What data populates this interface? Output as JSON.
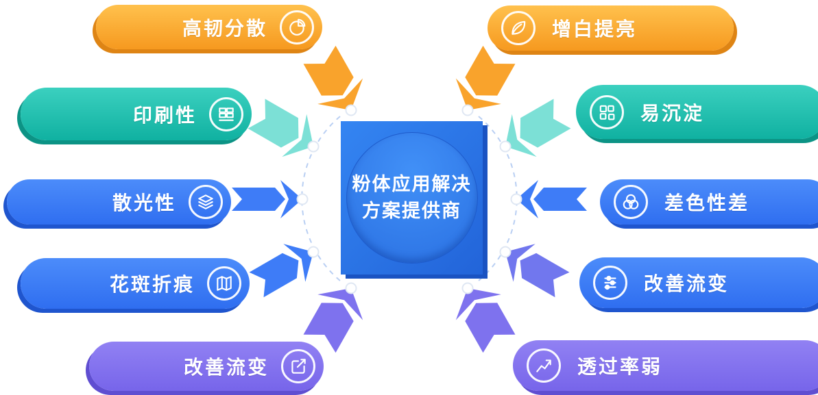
{
  "center": {
    "line1": "粉体应用解决",
    "line2": "方案提供商"
  },
  "left_items": [
    {
      "label": "高韧分散",
      "icon": "pie-chart-icon",
      "theme": "orange"
    },
    {
      "label": "印刷性",
      "icon": "print-blocks-icon",
      "theme": "teal"
    },
    {
      "label": "散光性",
      "icon": "layers-icon",
      "theme": "blue"
    },
    {
      "label": "花斑折痕",
      "icon": "folded-map-icon",
      "theme": "blue"
    },
    {
      "label": "改善流变",
      "icon": "pencil-arrow-icon",
      "theme": "purple"
    }
  ],
  "right_items": [
    {
      "label": "增白提亮",
      "icon": "leaf-icon",
      "theme": "orange"
    },
    {
      "label": "易沉淀",
      "icon": "puzzle-icon",
      "theme": "teal"
    },
    {
      "label": "差色性差",
      "icon": "color-circles-icon",
      "theme": "blue"
    },
    {
      "label": "改善流变",
      "icon": "sliders-icon",
      "theme": "blue"
    },
    {
      "label": "透过率弱",
      "icon": "trend-line-icon",
      "theme": "purple"
    }
  ],
  "theme_colors": {
    "orange": {
      "light": "#FFC14D",
      "dark": "#F6991F",
      "edge": "#DE8414",
      "arrow": "#F9A32C"
    },
    "teal": {
      "light": "#3BD0BF",
      "dark": "#10B1A1",
      "edge": "#0C9385",
      "arrow": "#7CE0D6"
    },
    "blue": {
      "light": "#4C8CFA",
      "dark": "#2F6EF0",
      "edge": "#1F55CE",
      "arrow": "#3E7CF7"
    },
    "purple": {
      "light": "#9181F3",
      "dark": "#7765EA",
      "edge": "#5F4ED1",
      "arrow": "#7E72EE"
    },
    "indigo_arrow": "#7177EE",
    "dashed_arc": "#B9CFF3",
    "dot": "#FFFFFF",
    "center_sq_light": "#3485F2",
    "center_sq_dark": "#2264D9",
    "center_edge": "#1A53C2",
    "center_circle_light": "#4190F7",
    "center_circle_dark": "#2A70E2"
  }
}
